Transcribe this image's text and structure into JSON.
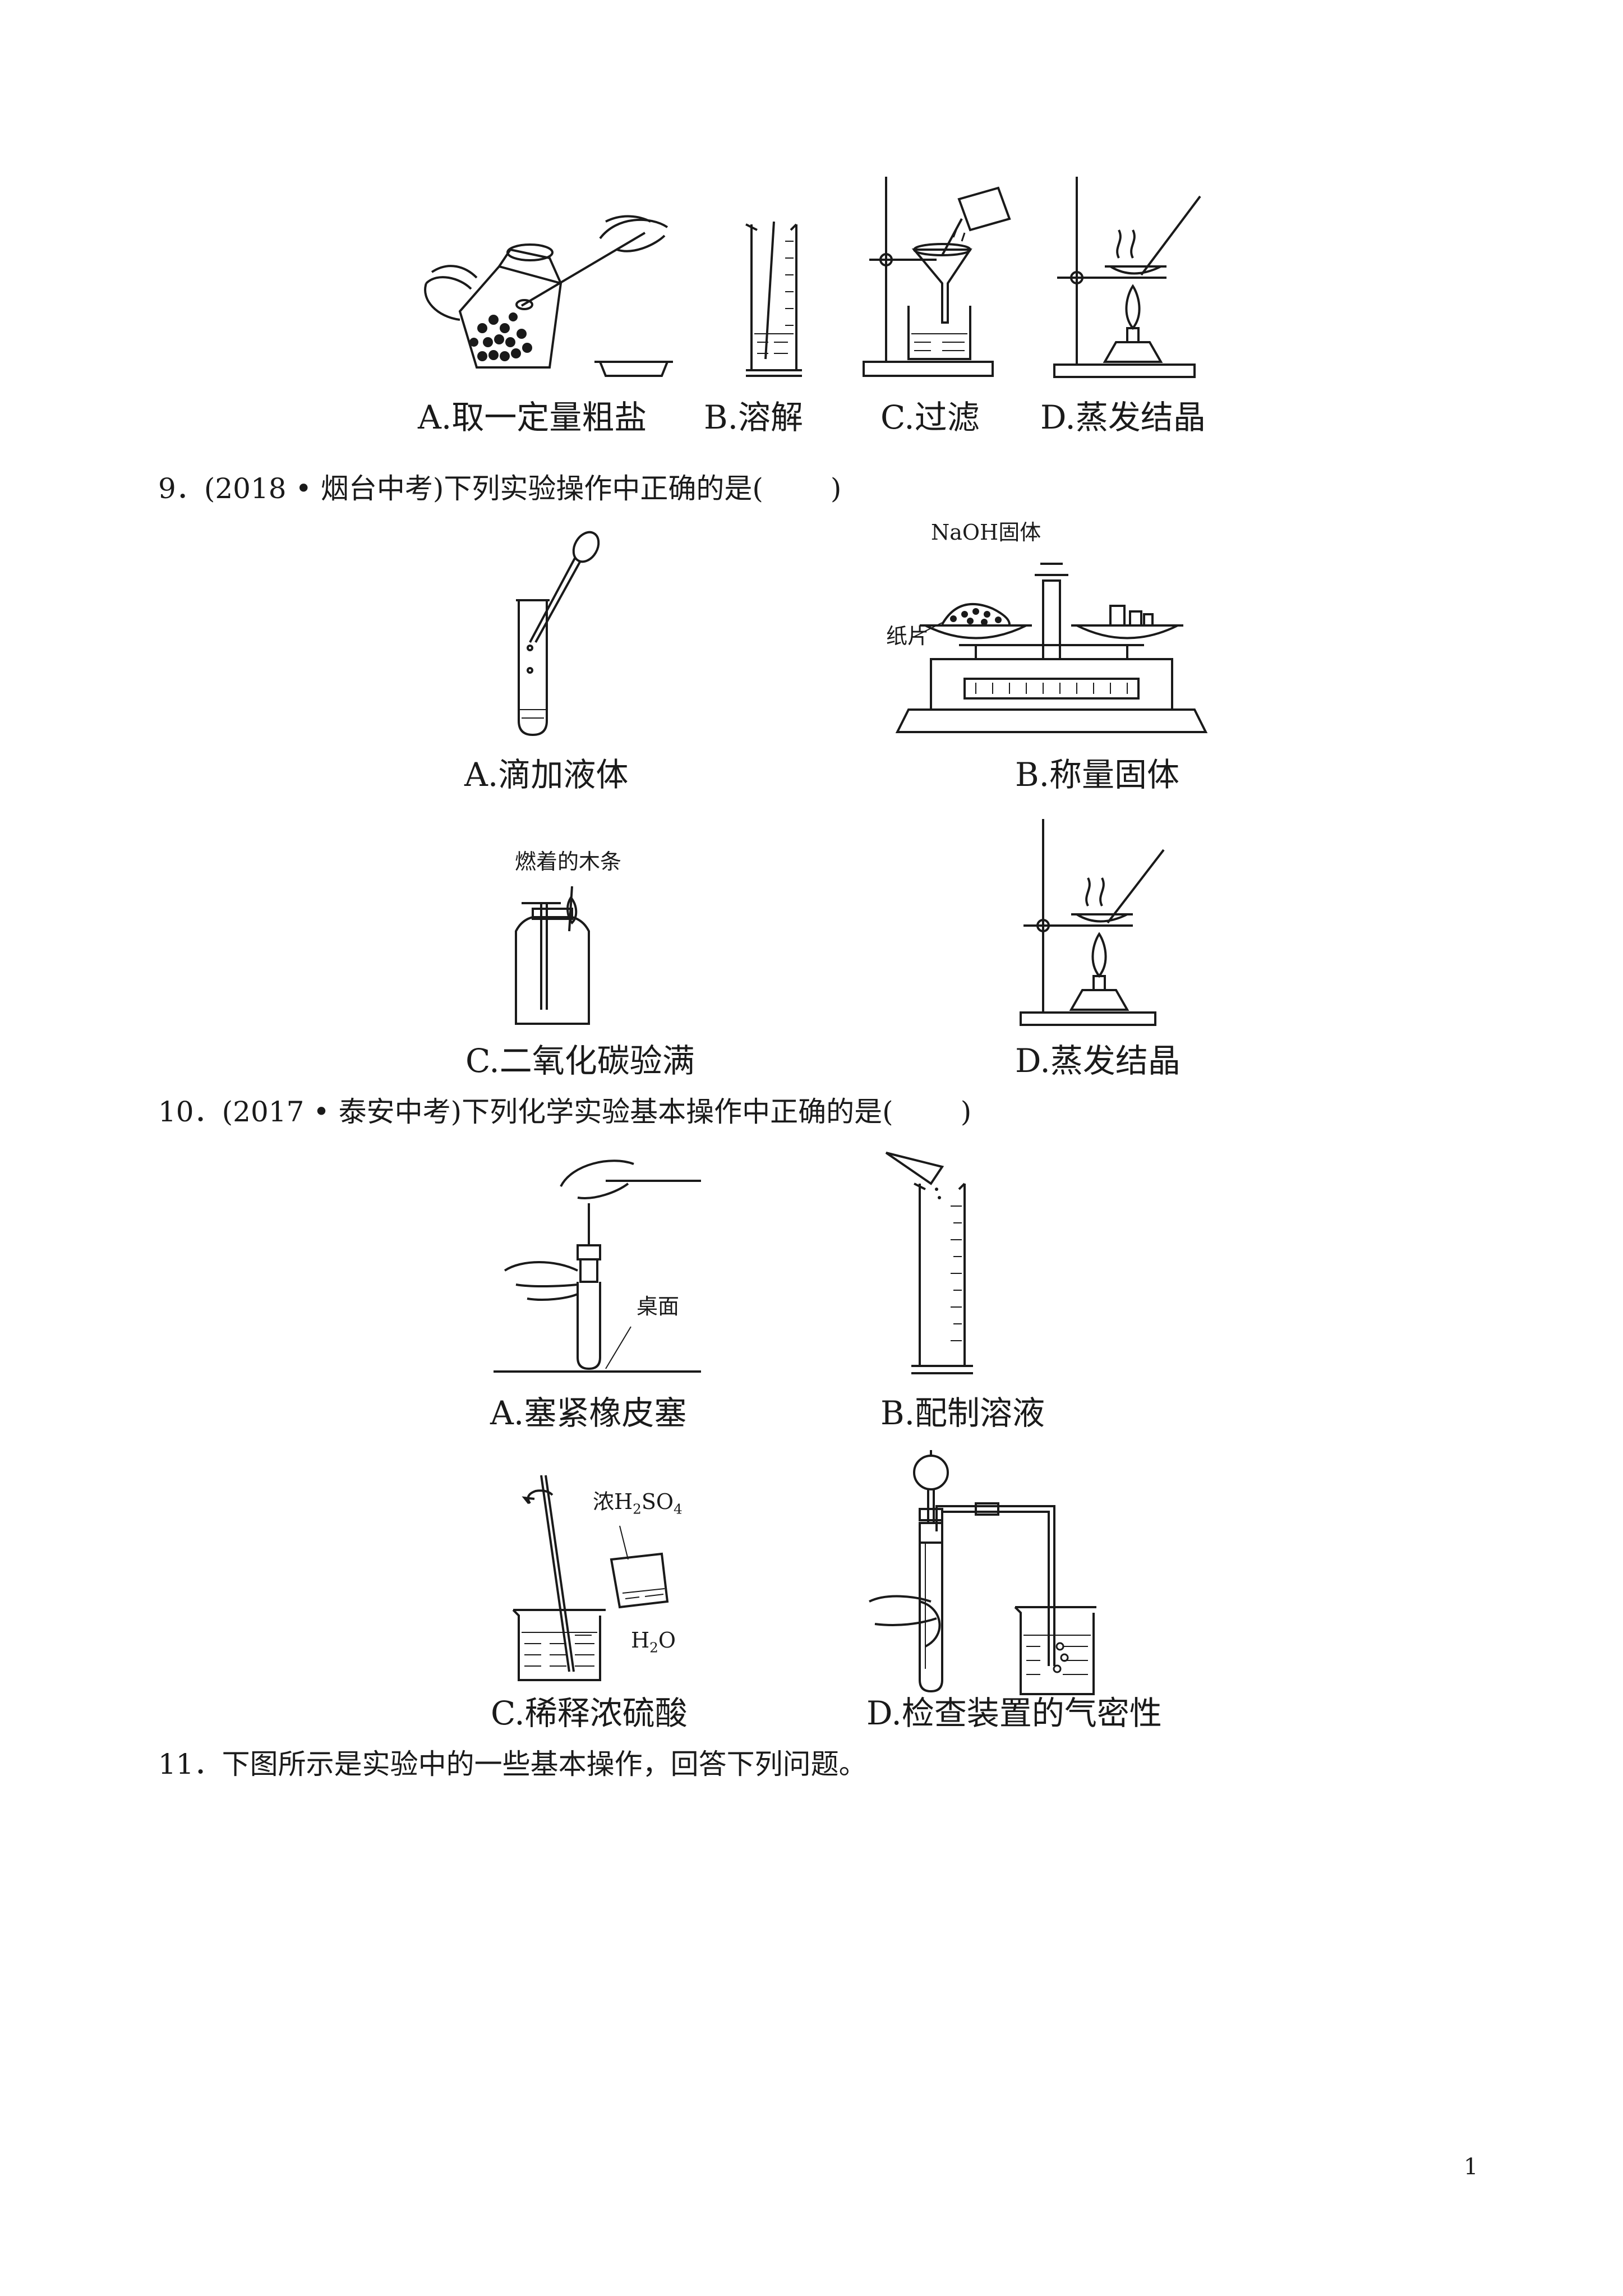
{
  "q8_captions": {
    "a": "A.取一定量粗盐",
    "b": "B.溶解",
    "c": "C.过滤",
    "d": "D.蒸发结晶"
  },
  "q9": {
    "number": "9．",
    "source": "(2018 • 烟台中考)",
    "stem": "下列实验操作中正确的是(",
    "close": ")",
    "captions": {
      "a": "A.滴加液体",
      "b": "B.称量固体",
      "c": "C.二氧化碳验满",
      "d": "D.蒸发结晶"
    },
    "labels": {
      "naoh": "NaOH固体",
      "paper": "纸片",
      "stick": "燃着的木条"
    }
  },
  "q10": {
    "number": "10．",
    "source": "(2017 • 泰安中考)",
    "stem": "下列化学实验基本操作中正确的是(",
    "close": ")",
    "captions": {
      "a": "A.塞紧橡皮塞",
      "b": "B.配制溶液",
      "c": "C.稀释浓硫酸",
      "d": "D.检查装置的气密性"
    },
    "labels": {
      "desk": "桌面",
      "acid_prefix": "浓H",
      "acid_sub1": "2",
      "acid_mid": "SO",
      "acid_sub2": "4",
      "water_prefix": "H",
      "water_sub": "2",
      "water_suffix": "O"
    }
  },
  "q11": {
    "number": "11．",
    "text": "下图所示是实验中的一些基本操作，回答下列问题。"
  },
  "page_number": "1"
}
